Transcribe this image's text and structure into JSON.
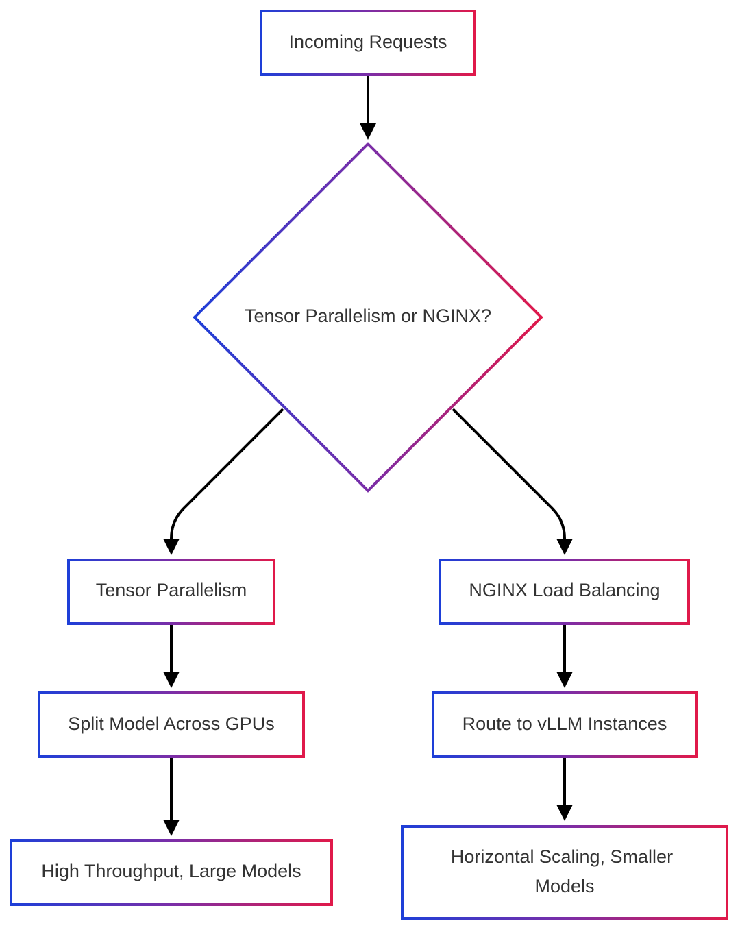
{
  "colors": {
    "gradient_start": "#1e3fd8",
    "gradient_mid": "#7a2ea8",
    "gradient_end": "#e0194a",
    "connector": "#000000",
    "text": "#333333"
  },
  "nodes": {
    "incoming": {
      "label": "Incoming Requests"
    },
    "decision": {
      "label": "Tensor Parallelism or NGINX?"
    },
    "tensor": {
      "label": "Tensor Parallelism"
    },
    "nginx": {
      "label": "NGINX Load Balancing"
    },
    "split": {
      "label": "Split Model Across GPUs"
    },
    "route": {
      "label": "Route to vLLM Instances"
    },
    "high": {
      "label": "High Throughput, Large Models"
    },
    "horizontal": {
      "line1": "Horizontal Scaling, Smaller",
      "line2": "Models"
    }
  }
}
